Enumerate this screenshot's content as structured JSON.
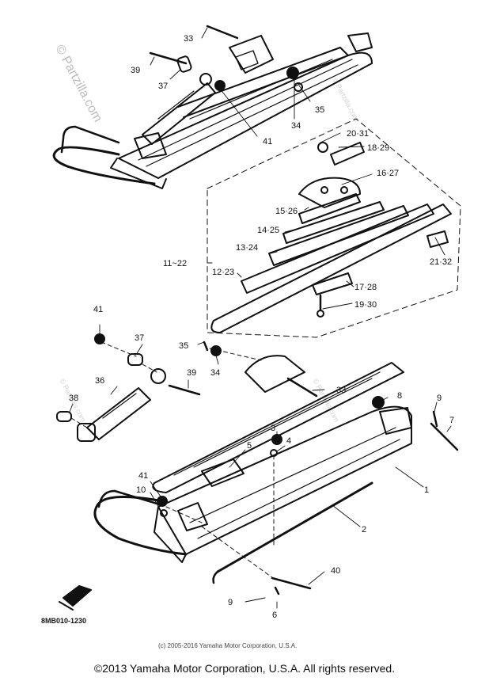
{
  "watermark": {
    "main": "© Partzilla.com",
    "faint": "© Partzilla.com"
  },
  "diagram_code": "8MB010-1230",
  "image_credit": "(c) 2005-2016 Yamaha Motor Corporation, U.S.A.",
  "copyright": "©2013 Yamaha Motor Corporation, U.S.A. All rights reserved.",
  "callouts": [
    {
      "id": "c33a",
      "text": "33"
    },
    {
      "id": "c39a",
      "text": "39"
    },
    {
      "id": "c37a",
      "text": "37"
    },
    {
      "id": "c35a",
      "text": "35"
    },
    {
      "id": "c34a",
      "text": "34"
    },
    {
      "id": "c41a",
      "text": "41"
    },
    {
      "id": "c2031",
      "text": "20·31"
    },
    {
      "id": "c1829",
      "text": "18·29"
    },
    {
      "id": "c1627",
      "text": "16·27"
    },
    {
      "id": "c1526",
      "text": "15·26"
    },
    {
      "id": "c1425",
      "text": "14·25"
    },
    {
      "id": "c1324",
      "text": "13·24"
    },
    {
      "id": "c1122",
      "text": "11~22"
    },
    {
      "id": "c2132",
      "text": "21·32"
    },
    {
      "id": "c1223",
      "text": "12·23"
    },
    {
      "id": "c1728",
      "text": "17·28"
    },
    {
      "id": "c1930",
      "text": "19·30"
    },
    {
      "id": "c41b",
      "text": "41"
    },
    {
      "id": "c37b",
      "text": "37"
    },
    {
      "id": "c35b",
      "text": "35"
    },
    {
      "id": "c34b",
      "text": "34"
    },
    {
      "id": "c39b",
      "text": "39"
    },
    {
      "id": "c36",
      "text": "36"
    },
    {
      "id": "c33b",
      "text": "33"
    },
    {
      "id": "c38",
      "text": "38"
    },
    {
      "id": "c8",
      "text": "8"
    },
    {
      "id": "c9a",
      "text": "9"
    },
    {
      "id": "c7",
      "text": "7"
    },
    {
      "id": "c3",
      "text": "3"
    },
    {
      "id": "c4",
      "text": "4"
    },
    {
      "id": "c5",
      "text": "5"
    },
    {
      "id": "c41c",
      "text": "41"
    },
    {
      "id": "c10",
      "text": "10"
    },
    {
      "id": "c1",
      "text": "1"
    },
    {
      "id": "c2",
      "text": "2"
    },
    {
      "id": "c40",
      "text": "40"
    },
    {
      "id": "c9b",
      "text": "9"
    },
    {
      "id": "c6",
      "text": "6"
    }
  ]
}
